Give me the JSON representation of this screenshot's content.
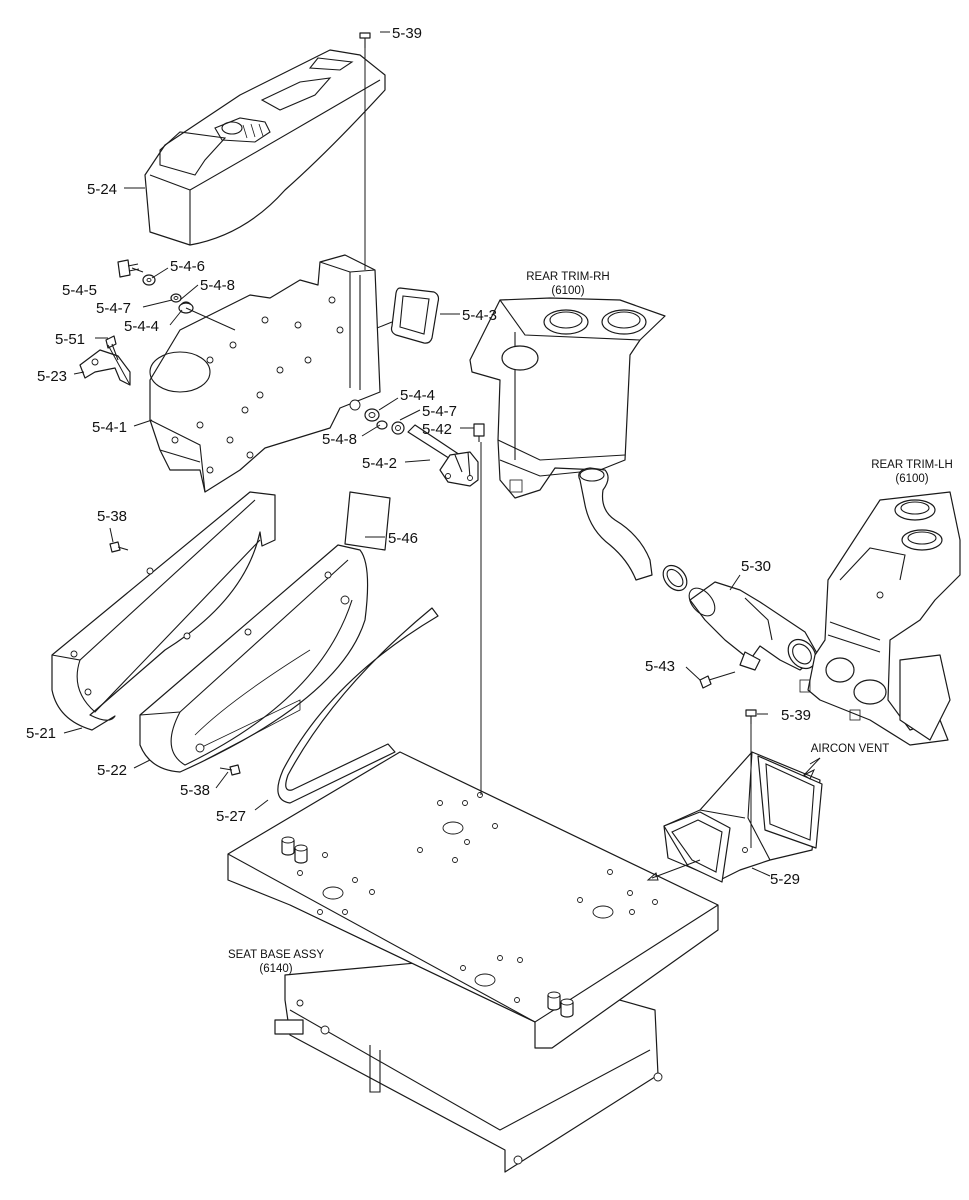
{
  "callouts": {
    "c_5_39_top": "5-39",
    "c_5_24": "5-24",
    "c_5_4_6": "5-4-6",
    "c_5_4_5": "5-4-5",
    "c_5_4_8_top": "5-4-8",
    "c_5_4_7_top": "5-4-7",
    "c_5_4_4_top": "5-4-4",
    "c_5_4_3": "5-4-3",
    "c_5_51": "5-51",
    "c_5_23": "5-23",
    "c_5_4_1": "5-4-1",
    "c_5_4_4_mid": "5-4-4",
    "c_5_4_7_mid": "5-4-7",
    "c_5_42": "5-42",
    "c_5_4_8_mid": "5-4-8",
    "c_5_4_2": "5-4-2",
    "c_5_38_top": "5-38",
    "c_5_46": "5-46",
    "c_5_30": "5-30",
    "c_5_43": "5-43",
    "c_5_21": "5-21",
    "c_5_22": "5-22",
    "c_5_38_bot": "5-38",
    "c_5_27": "5-27",
    "c_5_39_right": "5-39",
    "c_5_29": "5-29"
  },
  "captions": {
    "rear_trim_rh": "REAR TRIM-RH",
    "rear_trim_rh_ref": "(6100)",
    "rear_trim_lh": "REAR TRIM-LH",
    "rear_trim_lh_ref": "(6100)",
    "aircon_vent": "AIRCON VENT",
    "seat_base_assy": "SEAT BASE ASSY",
    "seat_base_ref": "(6140)"
  }
}
